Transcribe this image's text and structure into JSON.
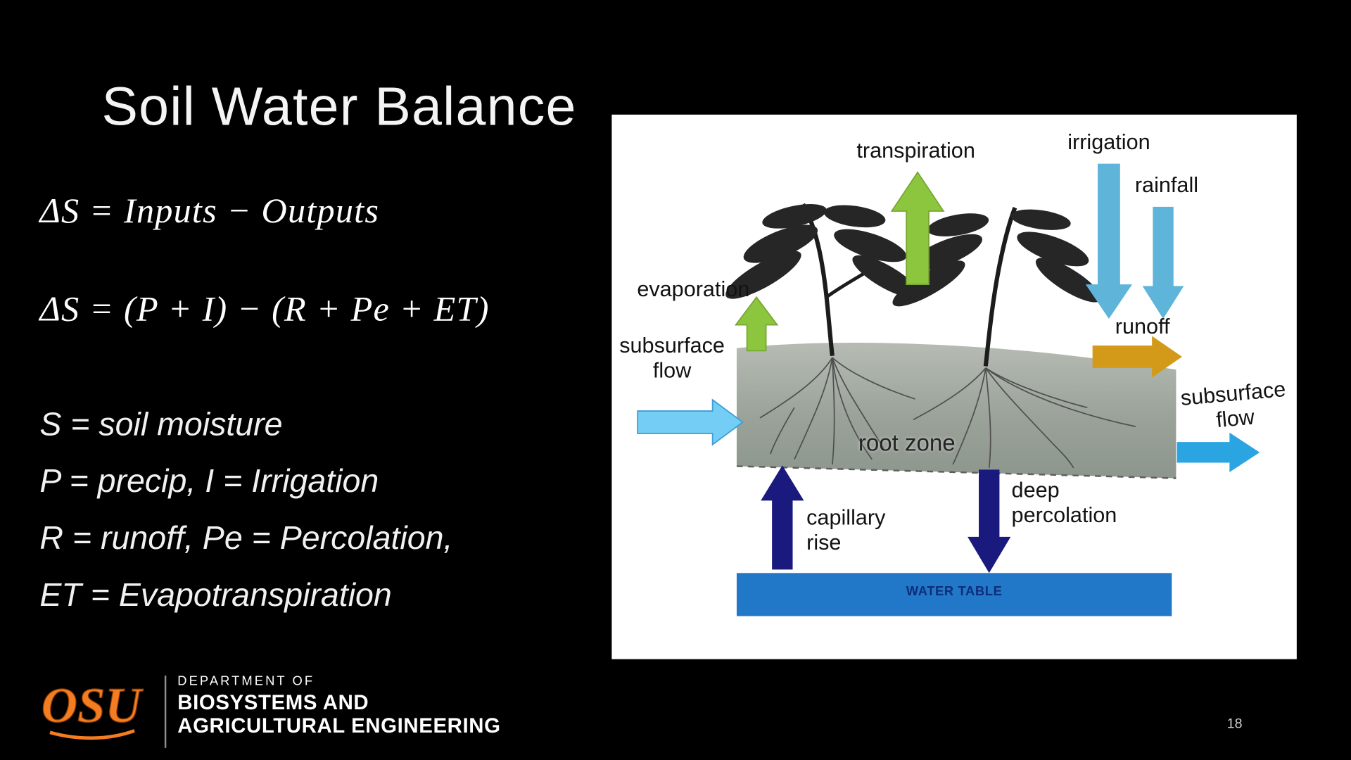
{
  "slide": {
    "title": "Soil Water Balance",
    "equations": {
      "balance": "ΔS = Inputs − Outputs",
      "expanded": "ΔS = (P + I) − (R + Pe + ET)"
    },
    "definitions": [
      "S = soil moisture",
      "P = precip, I = Irrigation",
      "R = runoff, Pe = Percolation,",
      "ET = Evapotranspiration"
    ],
    "page_number": "18"
  },
  "footer": {
    "logo_text": "OSU",
    "department_prefix": "DEPARTMENT OF",
    "department_line1": "BIOSYSTEMS AND",
    "department_line2": "AGRICULTURAL ENGINEERING"
  },
  "diagram": {
    "labels": {
      "transpiration": "transpiration",
      "irrigation": "irrigation",
      "rainfall": "rainfall",
      "evaporation": "evaporation",
      "subsurface_flow_in": "subsurface\nflow",
      "runoff": "runoff",
      "subsurface_flow_out": "subsurface\nflow",
      "root_zone": "root zone",
      "capillary_rise": "capillary\nrise",
      "deep_percolation": "deep\npercolation",
      "water_table": "WATER TABLE"
    },
    "colors": {
      "green_arrow": "#8cc63f",
      "sky_blue_arrow": "#5fb4d9",
      "light_blue_arrow": "#74cdf4",
      "azure_arrow": "#2aa5e2",
      "gold_arrow": "#d39a1a",
      "navy_arrow": "#1a1a7e",
      "water_table_blue": "#2278c8"
    }
  }
}
